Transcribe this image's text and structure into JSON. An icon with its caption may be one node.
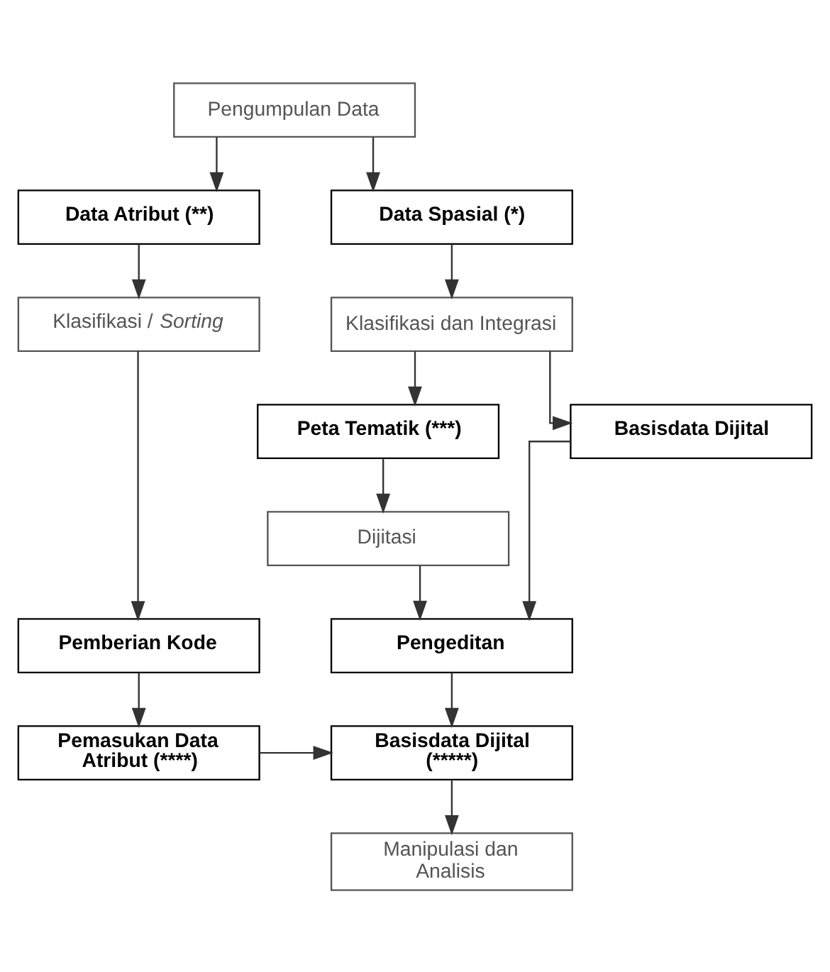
{
  "diagram": {
    "nodes": [
      {
        "text": [
          "Pengumpulan Data"
        ]
      },
      {
        "text": [
          "Data Spasial (*)"
        ]
      },
      {
        "text": [
          "Data Atribut (**)"
        ]
      },
      {
        "text": [
          "Klasifikasi dan Integrasi"
        ]
      },
      {
        "text": [
          "Klasifikasi / *Sorting*"
        ]
      },
      {
        "text": [
          "Peta Tematik (***)"
        ]
      },
      {
        "text": [
          "Basisdata Dijital"
        ]
      },
      {
        "text": [
          "Dijitasi"
        ]
      },
      {
        "text": [
          "Pengeditan"
        ]
      },
      {
        "text": [
          "Pemberian Kode"
        ]
      },
      {
        "text": [
          "Basisdata Dijital (*****)"
        ]
      },
      {
        "text": [
          "Pemasukan Data Atribut (****)"
        ]
      },
      {
        "text": [
          "Manipulasi dan Analisis"
        ]
      }
    ],
    "edges": [
      {
        "from": 0,
        "to": 1,
        "arrow": "to"
      },
      {
        "from": 0,
        "to": 2,
        "arrow": "to"
      },
      {
        "from": 1,
        "to": 3,
        "arrow": "to"
      },
      {
        "from": 2,
        "to": 4,
        "arrow": "to"
      },
      {
        "from": 3,
        "to": 5,
        "arrow": "to"
      },
      {
        "from": 3,
        "to": 6,
        "arrow": "to"
      },
      {
        "from": 5,
        "to": 7,
        "arrow": "to"
      },
      {
        "from": 7,
        "to": 8,
        "arrow": "to"
      },
      {
        "from": 6,
        "to": 8,
        "arrow": "to"
      },
      {
        "from": 4,
        "to": 9,
        "arrow": "to"
      },
      {
        "from": 8,
        "to": 10,
        "arrow": "to"
      },
      {
        "from": 9,
        "to": 11,
        "arrow": "to"
      },
      {
        "from": 11,
        "to": 10,
        "arrow": "to"
      },
      {
        "from": 10,
        "to": 12,
        "arrow": "to"
      }
    ]
  }
}
